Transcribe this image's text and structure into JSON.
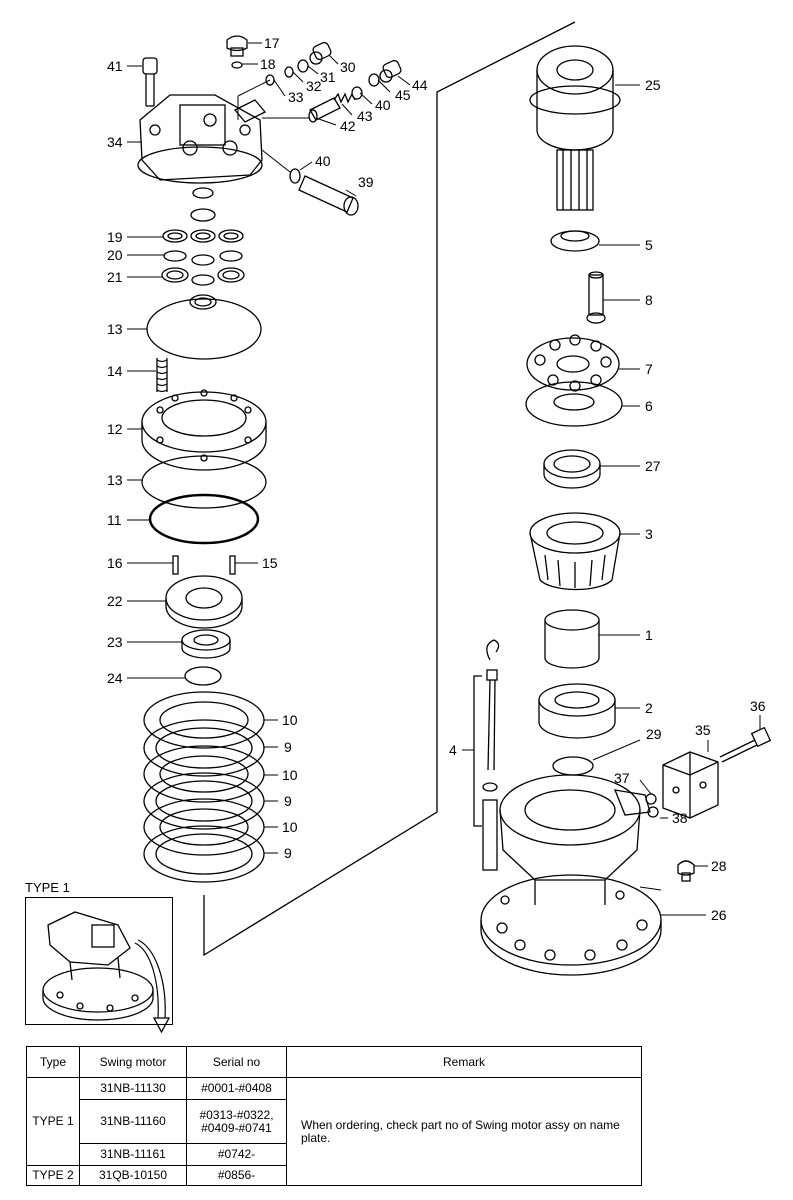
{
  "callouts": [
    "41",
    "17",
    "18",
    "30",
    "32",
    "31",
    "44",
    "33",
    "45",
    "40",
    "42",
    "43",
    "34",
    "40",
    "39",
    "19",
    "20",
    "21",
    "13",
    "14",
    "12",
    "13",
    "11",
    "16",
    "15",
    "22",
    "23",
    "24",
    "10",
    "9",
    "10",
    "9",
    "10",
    "9",
    "25",
    "5",
    "8",
    "7",
    "6",
    "27",
    "3",
    "1",
    "2",
    "36",
    "35",
    "4",
    "29",
    "37",
    "38",
    "28",
    "26"
  ],
  "type1_label": "TYPE 1",
  "table": {
    "headers": [
      "Type",
      "Swing motor",
      "Serial no",
      "Remark"
    ],
    "rows": [
      {
        "type": "TYPE 1",
        "motor": "31NB-11130",
        "serial": "#0001-#0408",
        "remark": "When ordering, check part no of Swing motor assy on name plate."
      },
      {
        "motor": "31NB-11160",
        "serial1": "#0313-#0322,",
        "serial2": "#0409-#0741"
      },
      {
        "motor": "31NB-11161",
        "serial": "#0742-"
      },
      {
        "type": "TYPE 2",
        "motor": "31QB-10150",
        "serial": "#0856-"
      }
    ]
  }
}
